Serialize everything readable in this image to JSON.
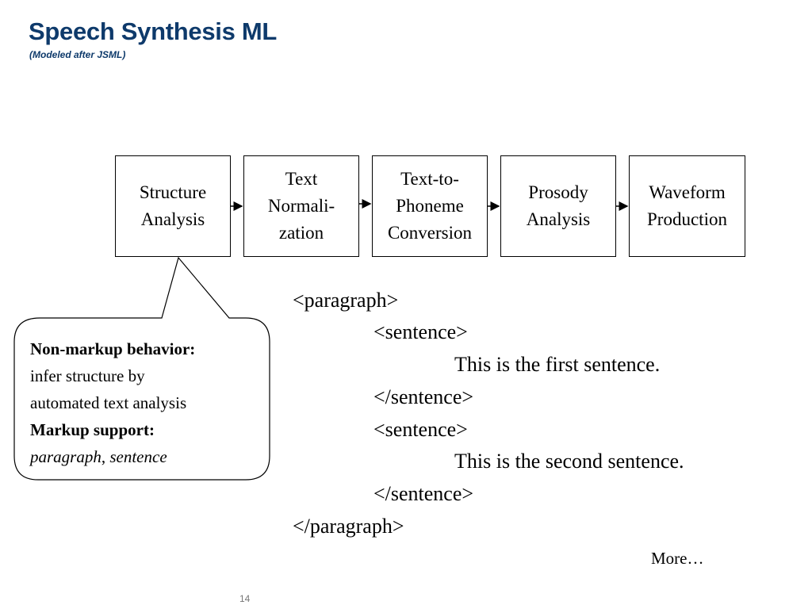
{
  "title": "Speech Synthesis ML",
  "subtitle": "(Modeled after JSML)",
  "pipeline": [
    {
      "lines": [
        "Structure",
        "Analysis"
      ]
    },
    {
      "lines": [
        "Text",
        "Normali-",
        "zation"
      ]
    },
    {
      "lines": [
        "Text-to-",
        "Phoneme",
        "Conversion"
      ]
    },
    {
      "lines": [
        "Prosody",
        "Analysis"
      ]
    },
    {
      "lines": [
        "Waveform",
        "Production"
      ]
    }
  ],
  "callout": {
    "heading1": "Non-markup behavior:",
    "line1": "infer structure by",
    "line2": "automated text analysis",
    "heading2": "Markup support:",
    "item1": "paragraph",
    "separator": ", ",
    "item2": "sentence"
  },
  "code_lines": [
    "<paragraph>",
    "<sentence>",
    "This is the first sentence.",
    "</sentence>",
    "<sentence>",
    "This is the second sentence.",
    "</sentence>",
    "</paragraph>"
  ],
  "more_link": "More…",
  "page_number": "14"
}
